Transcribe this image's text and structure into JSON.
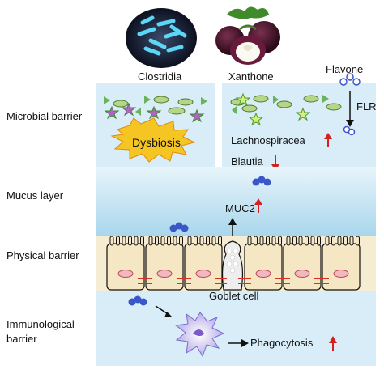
{
  "labels": {
    "clostridia": "Clostridia",
    "xanthone": "Xanthone",
    "flavone": "Flavone",
    "flr": "FLR",
    "dysbiosis": "Dysbiosis",
    "lachnospiracea": "Lachnospiracea",
    "blautia": "Blautia",
    "muc2": "MUC2",
    "goblet_cell": "Goblet cell",
    "phagocytosis": "Phagocytosis"
  },
  "rows": [
    {
      "label": "Microbial barrier"
    },
    {
      "label": "Mucus layer"
    },
    {
      "label": "Physical barrier"
    },
    {
      "label": "Immunological\nbarrier"
    }
  ],
  "colors": {
    "panel_blue": "#d8edf7",
    "mucus_top": "#e8f5fb",
    "mucus_bottom": "#a9d6ec",
    "cell_fill": "#f5e6c4",
    "nucleus": "#f2b8bd",
    "junction": "#d93020",
    "arrow_up": "#d62020",
    "arrow_down": "#d62020",
    "dysbiosis_star": "#f5c623",
    "molecule": "#3a56c9"
  },
  "icons": [
    "clostridia-image",
    "xanthone-mangosteen-image",
    "flavone-molecule-icon",
    "dendritic-cell-icon"
  ]
}
